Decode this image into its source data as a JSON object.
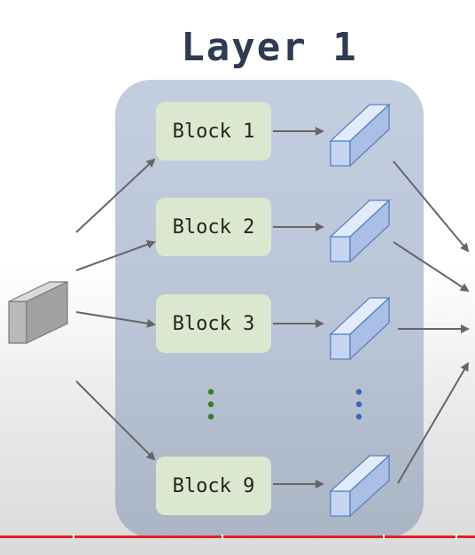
{
  "title": "Layer 1",
  "blocks": [
    {
      "label": "Block 1"
    },
    {
      "label": "Block 2"
    },
    {
      "label": "Block 3"
    },
    {
      "label": "Block 9"
    }
  ],
  "colors": {
    "block_fill": "#dbe8cf",
    "panel_fill": "#bcc8d9",
    "output_cube": "#c9d8f3",
    "input_cube": "#c8c8c8",
    "arrow": "#666666",
    "ellipsis_green": "#3a7a2a",
    "ellipsis_blue": "#3a64c0",
    "timeline": "#e02020"
  }
}
